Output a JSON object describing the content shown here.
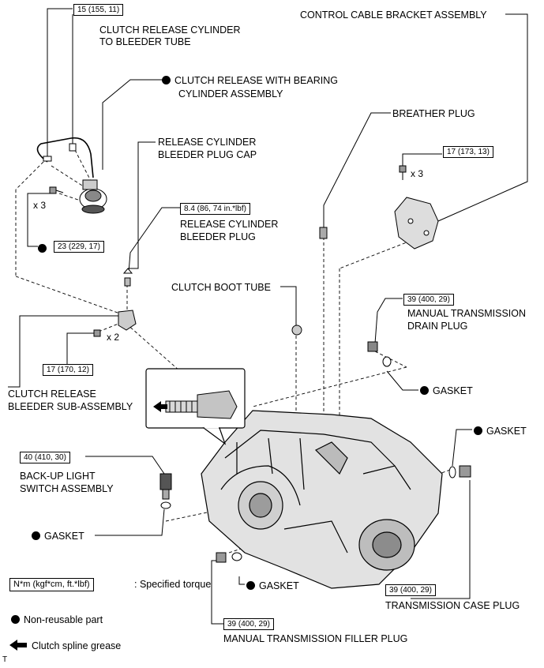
{
  "labels": {
    "tube": [
      "CLUTCH RELEASE CYLINDER",
      "TO BLEEDER TUBE"
    ],
    "bearing_cyl": [
      "CLUTCH RELEASE WITH BEARING",
      "CYLINDER ASSEMBLY"
    ],
    "cable_bracket": "CONTROL CABLE BRACKET ASSEMBLY",
    "breather": "BREATHER PLUG",
    "bleeder_cap": [
      "RELEASE CYLINDER",
      "BLEEDER PLUG CAP"
    ],
    "bleeder_plug": [
      "RELEASE CYLINDER",
      "BLEEDER PLUG"
    ],
    "boot_tube": "CLUTCH BOOT TUBE",
    "drain_plug": [
      "MANUAL TRANSMISSION",
      "DRAIN PLUG"
    ],
    "gasket": "GASKET",
    "bleeder_sub": [
      "CLUTCH RELEASE",
      "BLEEDER SUB-ASSEMBLY"
    ],
    "backup_switch": [
      "BACK-UP LIGHT",
      "SWITCH ASSEMBLY"
    ],
    "case_plug": "TRANSMISSION CASE PLUG",
    "filler_plug": "MANUAL TRANSMISSION FILLER PLUG"
  },
  "torques": {
    "tube": "15 (155, 11)",
    "bracket_bolt": "17 (173, 13)",
    "bleeder_plug": "8.4 (86, 74 in.*lbf)",
    "bearing_cyl_bolt": "23 (229, 17)",
    "drain_plug": "39 (400, 29)",
    "bleeder_sub_bolt": "17 (170, 12)",
    "backup_switch": "40 (410, 30)",
    "case_plug": "39 (400, 29)",
    "filler_plug": "39 (400, 29)"
  },
  "quantities": {
    "bearing_cyl_bolts": "x 3",
    "bracket_bolts": "x 3",
    "bleeder_sub_bolts": "x 2"
  },
  "legend": {
    "torque_box": "N*m (kgf*cm, ft.*lbf)",
    "torque_desc": ": Specified torque",
    "nonreusable": "Non-reusable part",
    "grease": "Clutch spline grease"
  },
  "corner_mark": "T",
  "icons": [
    "non-reusable-dot-icon",
    "grease-arrow-icon"
  ]
}
